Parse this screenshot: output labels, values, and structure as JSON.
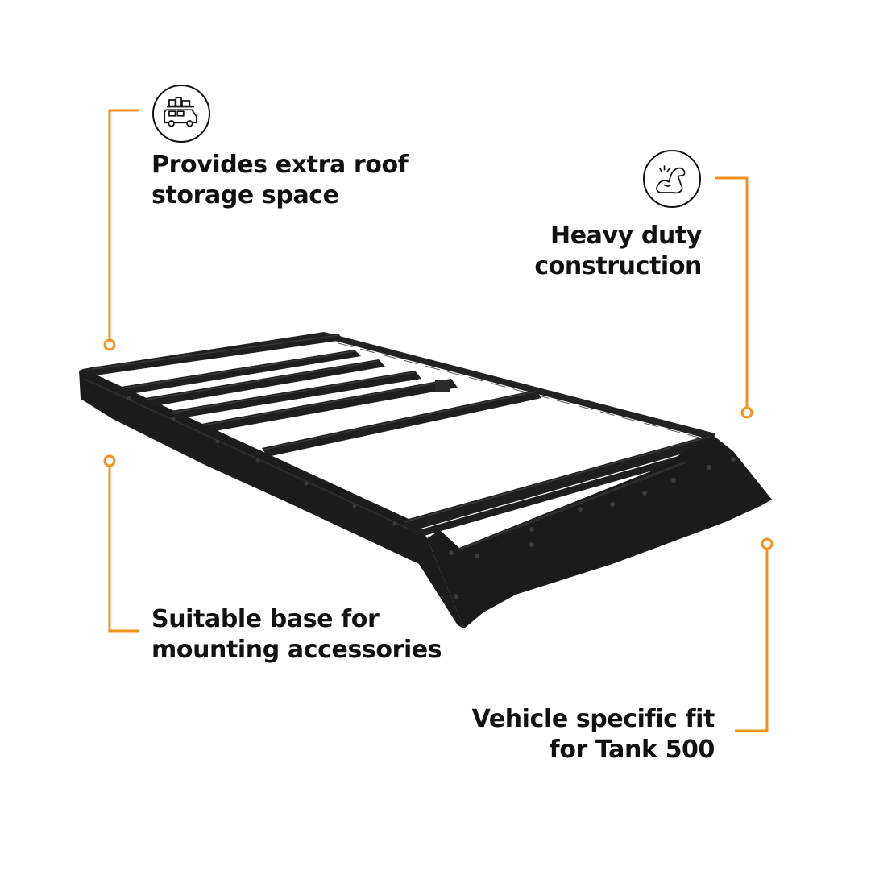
{
  "features": [
    {
      "line1": "Provides extra roof",
      "line2": "storage space"
    },
    {
      "line1": "Heavy duty",
      "line2": "construction"
    },
    {
      "line1": "Suitable base for",
      "line2": "mounting accessories"
    },
    {
      "line1": "Vehicle specific fit",
      "line2": "for Tank 500"
    }
  ],
  "icons": {
    "storage": "van-with-luggage-icon",
    "strength": "flexed-arm-icon"
  },
  "colors": {
    "accent": "#F0921E",
    "text": "#111111",
    "rack": "#1c1c1c",
    "background": "#ffffff"
  }
}
